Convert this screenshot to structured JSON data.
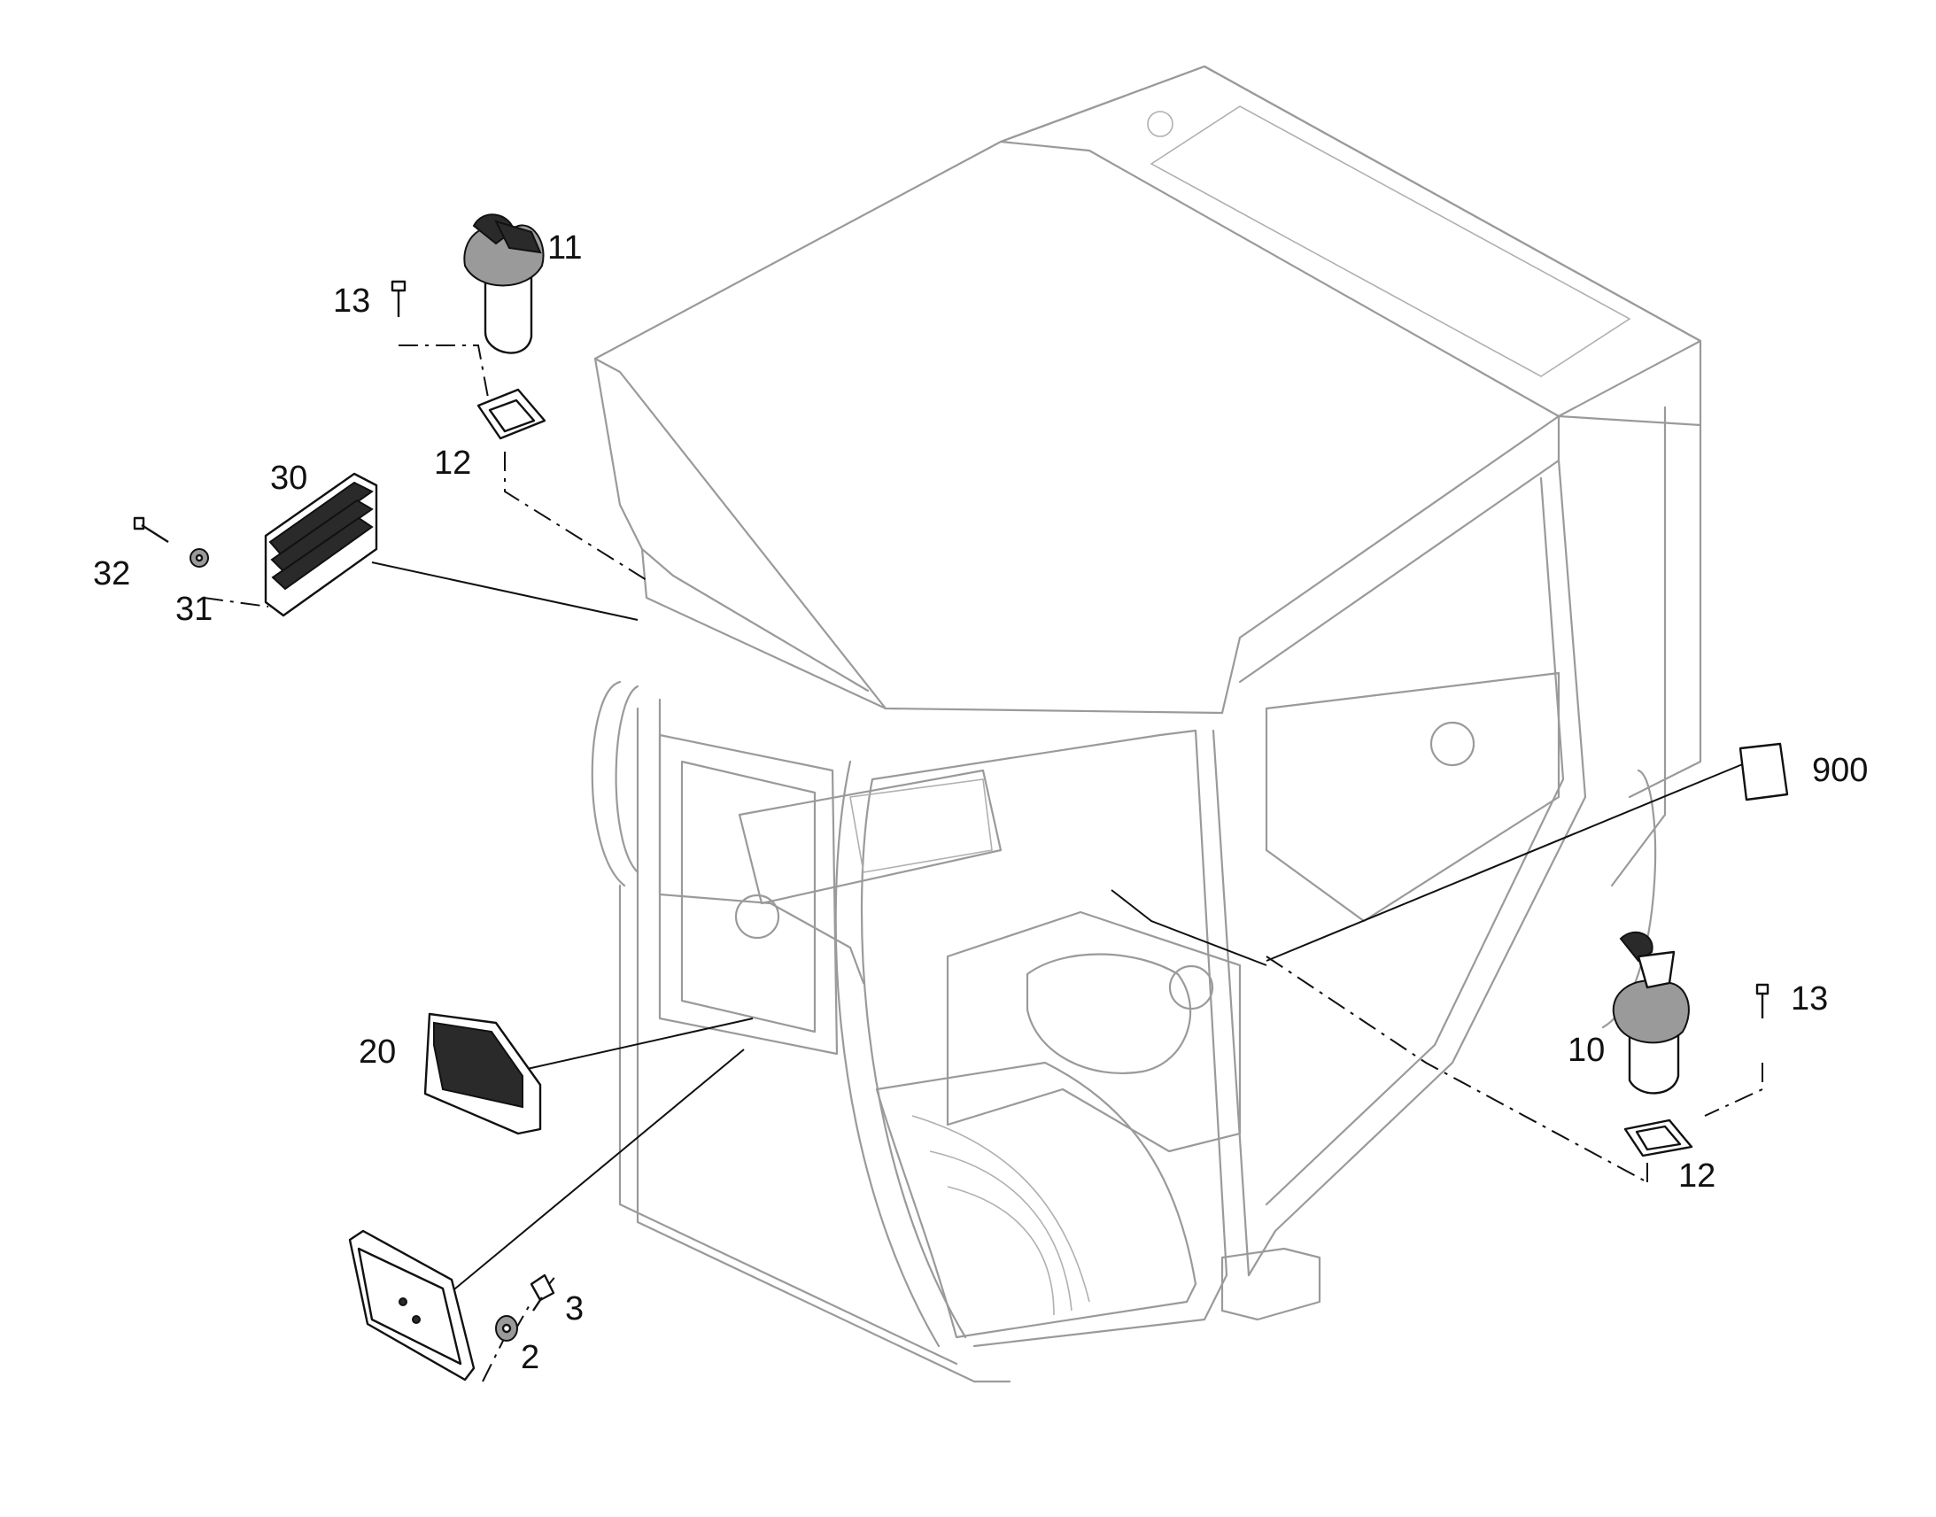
{
  "callouts": [
    {
      "id": "c11",
      "label": "11"
    },
    {
      "id": "c13a",
      "label": "13"
    },
    {
      "id": "c12a",
      "label": "12"
    },
    {
      "id": "c30",
      "label": "30"
    },
    {
      "id": "c32",
      "label": "32"
    },
    {
      "id": "c31",
      "label": "31"
    },
    {
      "id": "c900",
      "label": "900"
    },
    {
      "id": "c20",
      "label": "20"
    },
    {
      "id": "c13b",
      "label": "13"
    },
    {
      "id": "c10",
      "label": "10"
    },
    {
      "id": "c12b",
      "label": "12"
    },
    {
      "id": "c3",
      "label": "3"
    },
    {
      "id": "c2",
      "label": "2"
    }
  ]
}
